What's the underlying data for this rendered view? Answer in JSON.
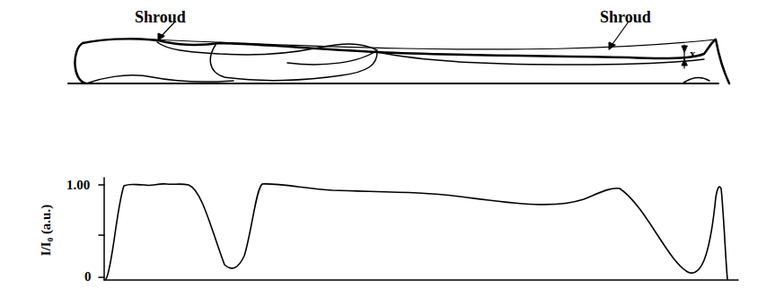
{
  "diagram": {
    "labels": [
      "Shroud",
      "Shroud",
      "x",
      "1.00",
      "0",
      "I/I₀ (a.u.)"
    ]
  }
}
